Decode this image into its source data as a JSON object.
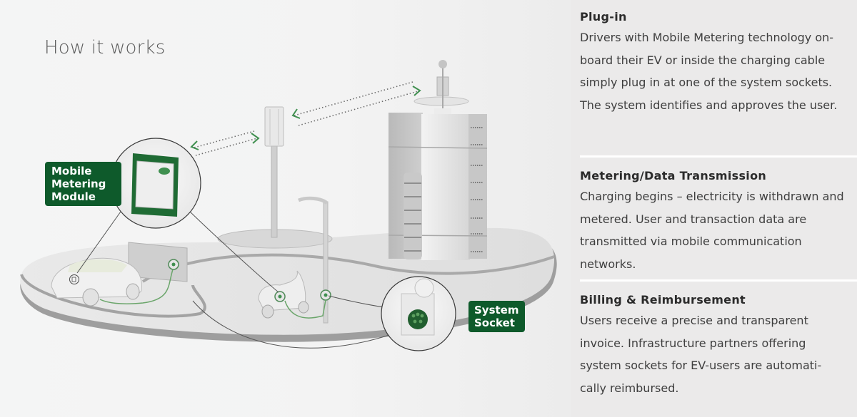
{
  "illustration": {
    "title": "How it works",
    "callouts": {
      "module": [
        "Mobile",
        "Metering",
        "Module"
      ],
      "socket": [
        "System",
        "Socket"
      ]
    },
    "colors": {
      "brand_green": "#0e5a2b",
      "accent_green": "#3f8f4f",
      "background": "#f3f3f3",
      "panel_background": "#ebeaea"
    },
    "elements": [
      "cell-tower",
      "office-building",
      "electric-car",
      "wall-charger",
      "electric-scooter",
      "street-lamp-charger",
      "mobile-metering-module",
      "system-socket"
    ]
  },
  "steps": [
    {
      "heading": "Plug-in",
      "body": "Drivers with Mobile Metering technology on-board their EV or inside the charging cable simply plug in at one of the system sockets. The system identifies and approves the user."
    },
    {
      "heading": "Metering/Data Transmission",
      "body": "Charging begins – electricity is withdrawn and metered. User and transaction data are transmitted via mobile communication networks."
    },
    {
      "heading": "Billing & Reimbursement",
      "body": "Users receive a precise and transparent invoice. Infrastructure partners offering system sockets for EV-users are automati-cally reimbursed."
    }
  ]
}
